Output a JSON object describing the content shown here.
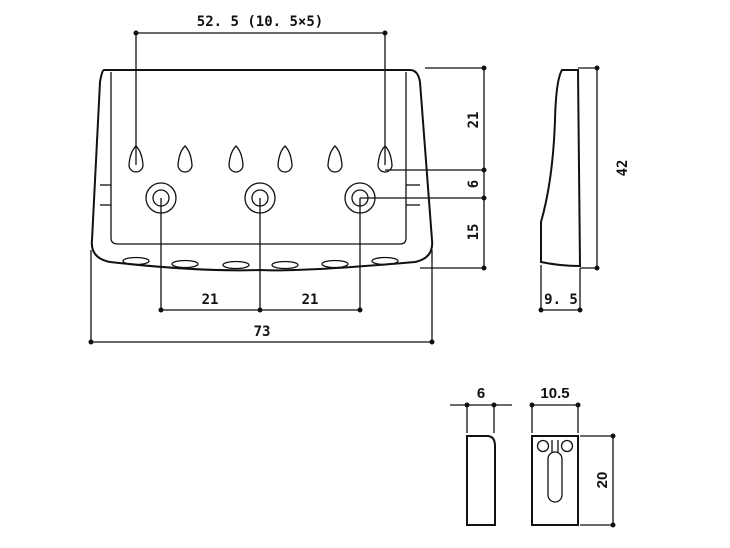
{
  "dimensions": {
    "string_spacing": "52. 5 (10. 5×5)",
    "top_to_holes": "21",
    "holes_to_screws": "6",
    "screws_to_bottom": "15",
    "screw_spacing_left": "21",
    "screw_spacing_right": "21",
    "overall_width": "73",
    "side_height": "42",
    "side_depth": "9. 5",
    "saddle_thickness": "6",
    "saddle_width": "10.5",
    "saddle_height": "20"
  }
}
